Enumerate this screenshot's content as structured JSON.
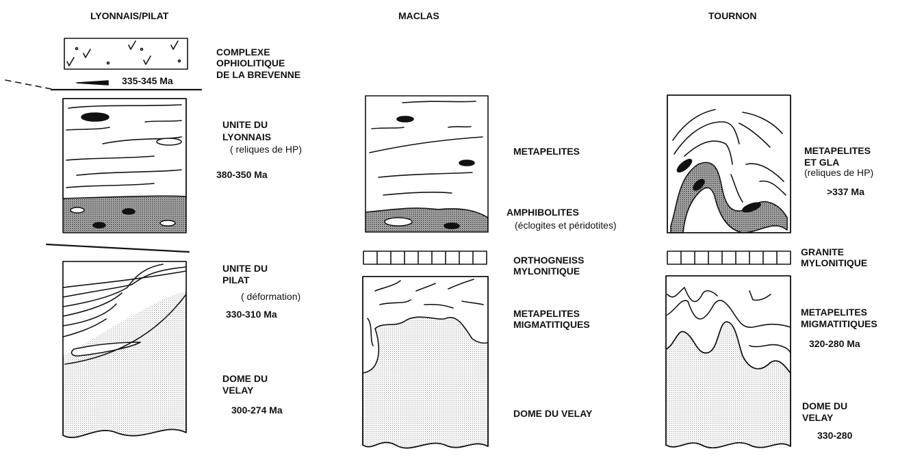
{
  "columns": {
    "lyonnais": {
      "header": "LYONNAIS/PILAT",
      "ophiolite_l1": "COMPLEXE",
      "ophiolite_l2": "OPHIOLITIQUE",
      "ophiolite_l3": "DE LA BREVENNE",
      "ophiolite_age": "335-345 Ma",
      "lyonnais_l1": "UNITE DU",
      "lyonnais_l2": "LYONNAIS",
      "lyonnais_note": "( reliques de HP)",
      "lyonnais_age": "380-350 Ma",
      "pilat_l1": "UNITE DU",
      "pilat_l2": "PILAT",
      "pilat_note": "( déformation)",
      "pilat_age": "330-310 Ma",
      "dome_l1": "DOME DU",
      "dome_l2": "VELAY",
      "dome_age": "300-274 Ma"
    },
    "maclas": {
      "header": "MACLAS",
      "metapelites": "METAPELITES",
      "amphibolites": "AMPHIBOLITES",
      "amphibolites_note": "(éclogites et péridotites)",
      "ortho_l1": "ORTHOGNEISS",
      "ortho_l2": "MYLONITIQUE",
      "migma_l1": "METAPELITES",
      "migma_l2": "MIGMATITIQUES",
      "dome": "DOME DU VELAY"
    },
    "tournon": {
      "header": "TOURNON",
      "meta_l1": "METAPELITES",
      "meta_l2": "ET GLA",
      "meta_note": "(reliques de HP)",
      "meta_age": ">337 Ma",
      "granite_l1": "GRANITE",
      "granite_l2": "MYLONITIQUE",
      "migma_l1": "METAPELITES",
      "migma_l2": "MIGMATITIQUES",
      "migma_age": "320-280 Ma",
      "dome_l1": "DOME DU",
      "dome_l2": "VELAY",
      "dome_age": "330-280"
    }
  },
  "colors": {
    "ink": "#111111",
    "fill_light": "#e6e6e6",
    "fill_dark": "#9a9a9a"
  }
}
